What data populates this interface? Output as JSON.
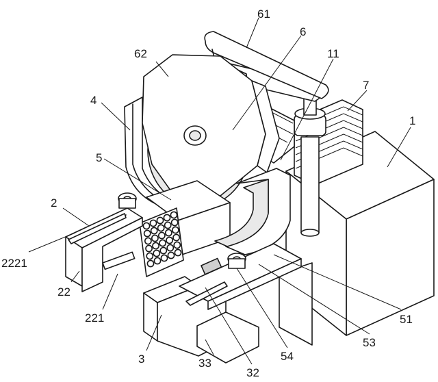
{
  "labels": {
    "l61": "61",
    "l6": "6",
    "l62": "62",
    "l11": "11",
    "l7": "7",
    "l4": "4",
    "l1": "1",
    "l5": "5",
    "l2": "2",
    "l2221": "2221",
    "l22": "22",
    "l221": "221",
    "l51": "51",
    "l53": "53",
    "l54": "54",
    "l3": "3",
    "l33": "33",
    "l32": "32"
  }
}
